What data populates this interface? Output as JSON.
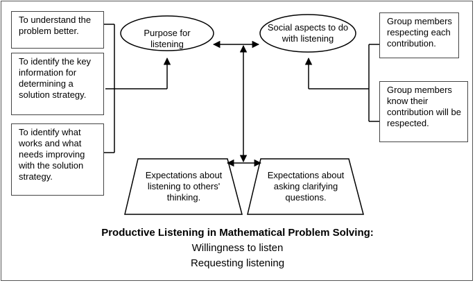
{
  "left_boxes": [
    "To understand the problem better.",
    "To identify the key information for determining a solution strategy.",
    "To identify what works and what needs improving with the solution strategy."
  ],
  "right_boxes": [
    "Group members respecting each contribution.",
    "Group members know their contribution will be respected."
  ],
  "ellipses": {
    "purpose": "Purpose for listening",
    "social": "Social aspects to do with listening"
  },
  "trapezoids": {
    "listening": "Expectations about listening to others' thinking.",
    "asking": "Expectations about asking clarifying questions."
  },
  "caption": {
    "title": "Productive Listening in Mathematical Problem Solving:",
    "line1": "Willingness to listen",
    "line2": "Requesting listening"
  },
  "colors": {
    "stroke": "#000000",
    "box_border": "#444444"
  }
}
